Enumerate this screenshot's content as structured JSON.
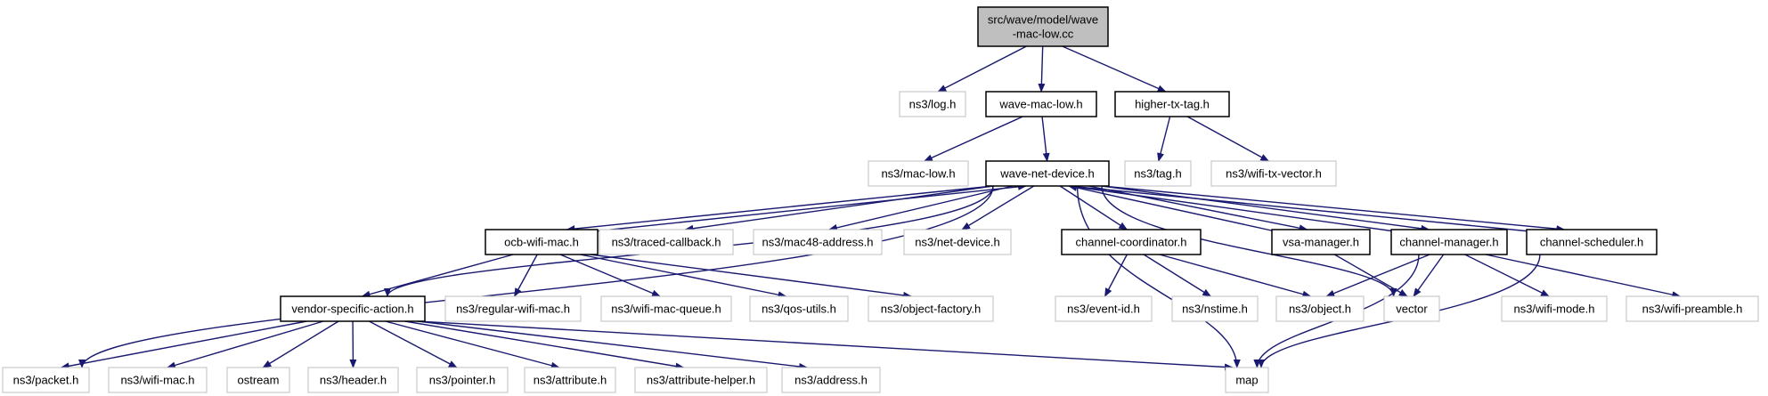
{
  "colors": {
    "edge": "#191970",
    "main_border": "#000000",
    "main_fill": "#bfbfbf",
    "local_border": "#000000",
    "external_border": "#bfbfbf",
    "background": "#ffffff"
  },
  "nodes": [
    {
      "id": "root",
      "label": [
        "src/wave/model/wave",
        "-mac-low.cc"
      ],
      "kind": "main"
    },
    {
      "id": "ns3log",
      "label": [
        "ns3/log.h"
      ],
      "kind": "external"
    },
    {
      "id": "wavemaclow",
      "label": [
        "wave-mac-low.h"
      ],
      "kind": "local"
    },
    {
      "id": "highertxtag",
      "label": [
        "higher-tx-tag.h"
      ],
      "kind": "local"
    },
    {
      "id": "ns3maclow",
      "label": [
        "ns3/mac-low.h"
      ],
      "kind": "external"
    },
    {
      "id": "wavenetdevice",
      "label": [
        "wave-net-device.h"
      ],
      "kind": "local"
    },
    {
      "id": "ns3tag",
      "label": [
        "ns3/tag.h"
      ],
      "kind": "external"
    },
    {
      "id": "ns3wifitxvector",
      "label": [
        "ns3/wifi-tx-vector.h"
      ],
      "kind": "external"
    },
    {
      "id": "ocbwifimac",
      "label": [
        "ocb-wifi-mac.h"
      ],
      "kind": "local"
    },
    {
      "id": "ns3tracedcallback",
      "label": [
        "ns3/traced-callback.h"
      ],
      "kind": "external"
    },
    {
      "id": "ns3mac48address",
      "label": [
        "ns3/mac48-address.h"
      ],
      "kind": "external"
    },
    {
      "id": "ns3netdevice",
      "label": [
        "ns3/net-device.h"
      ],
      "kind": "external"
    },
    {
      "id": "channelcoordinator",
      "label": [
        "channel-coordinator.h"
      ],
      "kind": "local"
    },
    {
      "id": "vsamanager",
      "label": [
        "vsa-manager.h"
      ],
      "kind": "local"
    },
    {
      "id": "channelmanager",
      "label": [
        "channel-manager.h"
      ],
      "kind": "local"
    },
    {
      "id": "channelscheduler",
      "label": [
        "channel-scheduler.h"
      ],
      "kind": "local"
    },
    {
      "id": "vendorspecificaction",
      "label": [
        "vendor-specific-action.h"
      ],
      "kind": "local"
    },
    {
      "id": "ns3regularwifimac",
      "label": [
        "ns3/regular-wifi-mac.h"
      ],
      "kind": "external"
    },
    {
      "id": "ns3wifimacqueue",
      "label": [
        "ns3/wifi-mac-queue.h"
      ],
      "kind": "external"
    },
    {
      "id": "ns3qosutils",
      "label": [
        "ns3/qos-utils.h"
      ],
      "kind": "external"
    },
    {
      "id": "ns3objectfactory",
      "label": [
        "ns3/object-factory.h"
      ],
      "kind": "external"
    },
    {
      "id": "ns3eventid",
      "label": [
        "ns3/event-id.h"
      ],
      "kind": "external"
    },
    {
      "id": "ns3nstime",
      "label": [
        "ns3/nstime.h"
      ],
      "kind": "external"
    },
    {
      "id": "ns3object",
      "label": [
        "ns3/object.h"
      ],
      "kind": "external"
    },
    {
      "id": "vector",
      "label": [
        "vector"
      ],
      "kind": "external"
    },
    {
      "id": "ns3wifimode",
      "label": [
        "ns3/wifi-mode.h"
      ],
      "kind": "external"
    },
    {
      "id": "ns3wifipreamble",
      "label": [
        "ns3/wifi-preamble.h"
      ],
      "kind": "external"
    },
    {
      "id": "ns3packet",
      "label": [
        "ns3/packet.h"
      ],
      "kind": "external"
    },
    {
      "id": "ns3wifimac",
      "label": [
        "ns3/wifi-mac.h"
      ],
      "kind": "external"
    },
    {
      "id": "ostream",
      "label": [
        "ostream"
      ],
      "kind": "external"
    },
    {
      "id": "ns3header",
      "label": [
        "ns3/header.h"
      ],
      "kind": "external"
    },
    {
      "id": "ns3pointer",
      "label": [
        "ns3/pointer.h"
      ],
      "kind": "external"
    },
    {
      "id": "ns3attribute",
      "label": [
        "ns3/attribute.h"
      ],
      "kind": "external"
    },
    {
      "id": "ns3attributehelper",
      "label": [
        "ns3/attribute-helper.h"
      ],
      "kind": "external"
    },
    {
      "id": "ns3address",
      "label": [
        "ns3/address.h"
      ],
      "kind": "external"
    },
    {
      "id": "map",
      "label": [
        "map"
      ],
      "kind": "external"
    }
  ],
  "edges": [
    [
      "root",
      "ns3log"
    ],
    [
      "root",
      "wavemaclow"
    ],
    [
      "root",
      "highertxtag"
    ],
    [
      "wavemaclow",
      "ns3maclow"
    ],
    [
      "wavemaclow",
      "wavenetdevice"
    ],
    [
      "highertxtag",
      "ns3tag"
    ],
    [
      "highertxtag",
      "ns3wifitxvector"
    ],
    [
      "wavenetdevice",
      "ocbwifimac"
    ],
    [
      "wavenetdevice",
      "ns3tracedcallback"
    ],
    [
      "wavenetdevice",
      "ns3mac48address"
    ],
    [
      "wavenetdevice",
      "ns3netdevice"
    ],
    [
      "wavenetdevice",
      "channelcoordinator"
    ],
    [
      "wavenetdevice",
      "vsamanager"
    ],
    [
      "wavenetdevice",
      "channelmanager"
    ],
    [
      "wavenetdevice",
      "channelscheduler"
    ],
    [
      "wavenetdevice",
      "vendorspecificaction"
    ],
    [
      "wavenetdevice",
      "ns3packet"
    ],
    [
      "wavenetdevice",
      "map"
    ],
    [
      "wavenetdevice",
      "vector"
    ],
    [
      "ocbwifimac",
      "wavenetdevice"
    ],
    [
      "ocbwifimac",
      "vendorspecificaction"
    ],
    [
      "ocbwifimac",
      "ns3regularwifimac"
    ],
    [
      "ocbwifimac",
      "ns3wifimacqueue"
    ],
    [
      "ocbwifimac",
      "ns3qosutils"
    ],
    [
      "ocbwifimac",
      "ns3objectfactory"
    ],
    [
      "vsamanager",
      "wavenetdevice"
    ],
    [
      "vsamanager",
      "vector"
    ],
    [
      "channelmanager",
      "wavenetdevice"
    ],
    [
      "channelmanager",
      "ns3object"
    ],
    [
      "channelmanager",
      "vector"
    ],
    [
      "channelmanager",
      "map"
    ],
    [
      "channelmanager",
      "ns3wifimode"
    ],
    [
      "channelmanager",
      "ns3wifipreamble"
    ],
    [
      "channelscheduler",
      "wavenetdevice"
    ],
    [
      "channelscheduler",
      "map"
    ],
    [
      "channelcoordinator",
      "ns3eventid"
    ],
    [
      "channelcoordinator",
      "ns3nstime"
    ],
    [
      "channelcoordinator",
      "ns3object"
    ],
    [
      "vendorspecificaction",
      "ns3packet"
    ],
    [
      "vendorspecificaction",
      "ns3wifimac"
    ],
    [
      "vendorspecificaction",
      "ostream"
    ],
    [
      "vendorspecificaction",
      "ns3header"
    ],
    [
      "vendorspecificaction",
      "ns3pointer"
    ],
    [
      "vendorspecificaction",
      "ns3attribute"
    ],
    [
      "vendorspecificaction",
      "ns3attributehelper"
    ],
    [
      "vendorspecificaction",
      "ns3address"
    ],
    [
      "vendorspecificaction",
      "map"
    ]
  ]
}
